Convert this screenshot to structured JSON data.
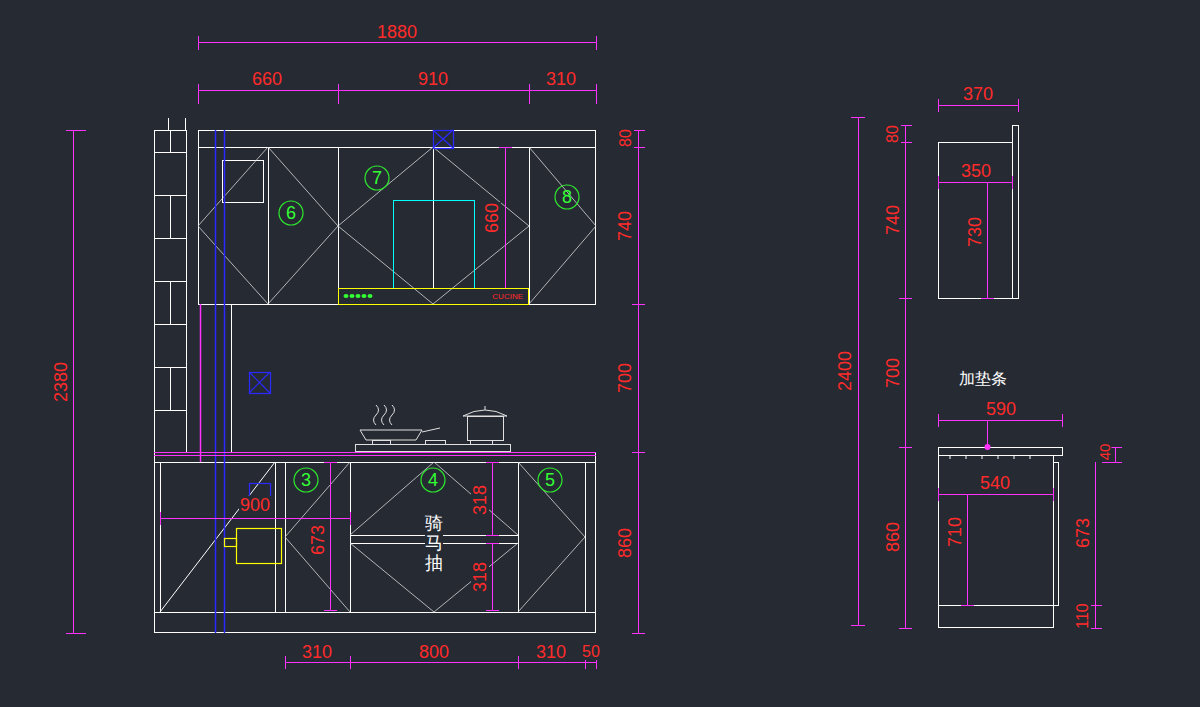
{
  "diagram": {
    "nodes": [
      {
        "text": [
          "6"
        ]
      },
      {
        "text": [
          "7"
        ]
      },
      {
        "text": [
          "8"
        ]
      },
      {
        "text": [
          "CUCINE"
        ]
      },
      {
        "text": [
          "3"
        ]
      },
      {
        "text": [
          "4"
        ]
      },
      {
        "text": [
          "5"
        ]
      }
    ],
    "labels": [
      "1880",
      "660",
      "910",
      "310",
      "2380",
      "80",
      "740",
      "700",
      "860",
      "660",
      "900",
      "673",
      "318",
      "318",
      "骑马抽",
      "310",
      "800",
      "310",
      "50",
      "370",
      "350",
      "730",
      "2400",
      "80",
      "740",
      "700",
      "加垫条",
      "590",
      "40",
      "540",
      "710",
      "860",
      "673",
      "110"
    ]
  }
}
